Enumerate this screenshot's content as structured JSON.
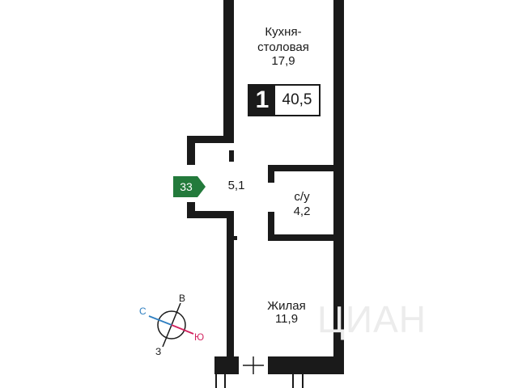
{
  "apartment": {
    "rooms_count": "1",
    "total_area": "40,5",
    "number": "33"
  },
  "rooms": [
    {
      "id": "kitchen",
      "name": "Кухня-\nстоловая",
      "area": "17,9"
    },
    {
      "id": "hall",
      "name": "",
      "area": "5,1"
    },
    {
      "id": "bathroom",
      "name": "с/у",
      "area": "4,2"
    },
    {
      "id": "living",
      "name": "Жилая",
      "area": "11,9"
    }
  ],
  "compass": {
    "north": "С",
    "east": "В",
    "south": "Ю",
    "west": "З"
  },
  "watermark": "ЦИАН",
  "colors": {
    "wall": "#1a1a1a",
    "badge_green": "#237a3b",
    "compass_north": "#2f7fc1",
    "compass_south": "#d2235f"
  }
}
